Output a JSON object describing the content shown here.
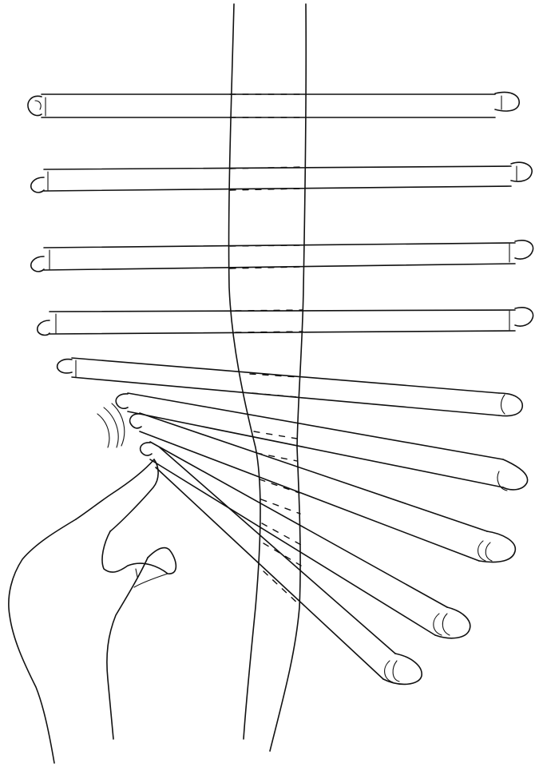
{
  "figure": {
    "subject": "line-drawing",
    "colors": {
      "ink": "#111111",
      "paper": "#ffffff"
    },
    "straight_rod_count": 4,
    "fanned_rod_count": 5
  }
}
